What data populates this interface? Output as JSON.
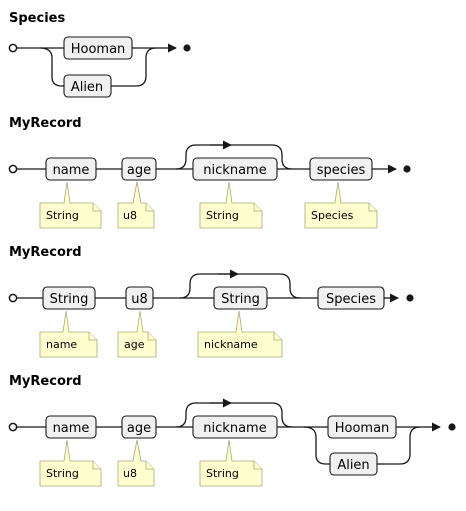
{
  "diagrams": [
    {
      "title": "Species",
      "choices": [
        "Hooman",
        "Alien"
      ]
    },
    {
      "title": "MyRecord",
      "items": [
        {
          "label": "name",
          "note": "String"
        },
        {
          "label": "age",
          "note": "u8"
        },
        {
          "label": "nickname",
          "note": "String"
        },
        {
          "label": "species",
          "note": "Species"
        }
      ]
    },
    {
      "title": "MyRecord",
      "items": [
        {
          "label": "String",
          "note": "name"
        },
        {
          "label": "u8",
          "note": "age"
        },
        {
          "label": "String",
          "note": "nickname"
        },
        {
          "label": "Species",
          "note": ""
        }
      ]
    },
    {
      "title": "MyRecord",
      "items": [
        {
          "label": "name",
          "note": "String"
        },
        {
          "label": "age",
          "note": "u8"
        },
        {
          "label": "nickname",
          "note": "String"
        }
      ],
      "choices": [
        "Hooman",
        "Alien"
      ]
    }
  ]
}
